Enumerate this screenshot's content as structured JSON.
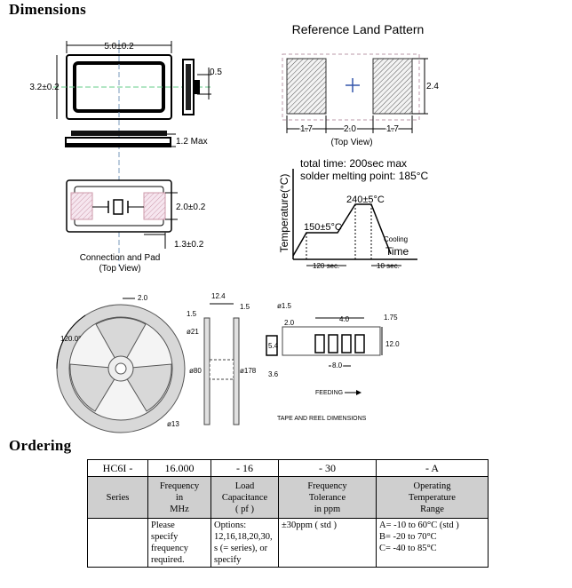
{
  "sections": {
    "dimensions": "Dimensions",
    "ordering": "Ordering"
  },
  "top_view": {
    "dim_length": "5.0±0.2",
    "dim_width": "3.2±0.2",
    "dim_pin": "0.5"
  },
  "side_view": {
    "dim_height": "1.2 Max"
  },
  "connection": {
    "dim_pad_height": "2.0±0.2",
    "dim_pad_width": "1.3±0.2",
    "caption_line1": "Connection and Pad",
    "caption_line2": "(Top View)"
  },
  "land_pattern": {
    "title": "Reference Land Pattern",
    "dim_left": "1.7",
    "dim_center": "2.0",
    "dim_right": "1.7",
    "dim_height": "2.4",
    "caption": "(Top View)"
  },
  "reflow": {
    "total_time": "total time: 200sec max",
    "melting_point": "solder melting point: 185°C",
    "y_axis": "Temperature(°C)",
    "x_axis": "Time",
    "peak": "240±5°C",
    "preheat": "150±5°C",
    "cooling": "Cooling",
    "preheat_time": "120 sec.",
    "peak_time": "10 sec."
  },
  "reel": {
    "angle": "120.0°",
    "dim_2": "2.0",
    "dim_15": "1.5",
    "dim_124": "12.4",
    "dim_15b": "1.5",
    "dim_21": "ø21",
    "dim_80": "ø80",
    "dim_178": "ø178",
    "dim_13": "ø13"
  },
  "tape": {
    "dim_hole": "ø1.5",
    "dim_20": "2.0",
    "dim_40": "4.0",
    "dim_175": "1.75",
    "dim_54": "5.4",
    "dim_120": "12.0",
    "dim_80": "8.0",
    "dim_36": "3.6",
    "feeding": "FEEDING",
    "caption": "TAPE AND REEL DIMENSIONS"
  },
  "ordering": {
    "codes": [
      "HC6I -",
      "16.000",
      "- 16",
      "- 30",
      "- A"
    ],
    "labels": [
      [
        "Series"
      ],
      [
        "Frequency",
        "in",
        "MHz"
      ],
      [
        "Load",
        "Capacitance",
        "( pf )"
      ],
      [
        "Frequency",
        "Tolerance",
        "in ppm"
      ],
      [
        "Operating",
        "Temperature",
        "Range"
      ]
    ],
    "values": [
      [
        ""
      ],
      [
        "Please",
        "specify",
        "frequency",
        "required."
      ],
      [
        "Options:",
        "12,16,18,20,30,",
        "s (= series), or",
        "specify"
      ],
      [
        "±30ppm ( std )"
      ],
      [
        "A= -10 to 60°C (std )",
        "B= -20 to 70°C",
        "C= -40 to 85°C"
      ]
    ]
  }
}
